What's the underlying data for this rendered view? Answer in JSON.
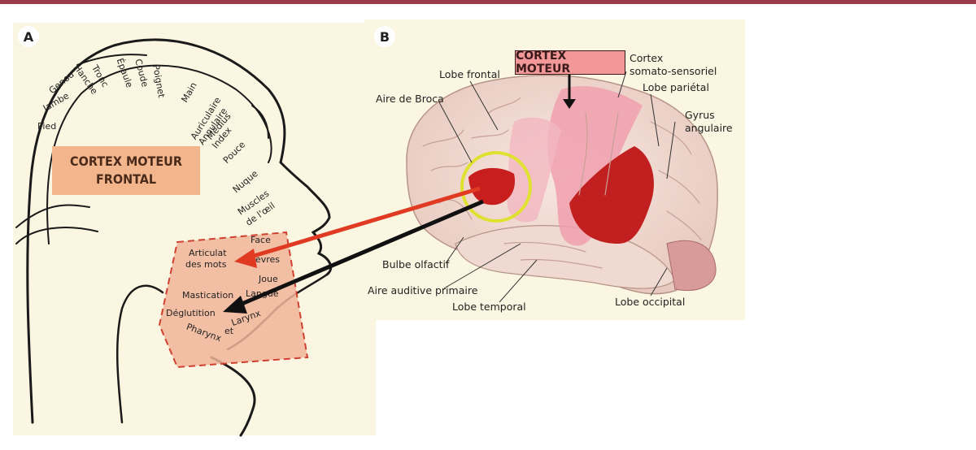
{
  "panel_a": {
    "badge": "A",
    "title_line1": "CORTEX MOTEUR",
    "title_line2": "FRONTAL",
    "homunculus": {
      "pied": "Pied",
      "genou": "Genou",
      "jambe": "Jambe",
      "hanche": "Hanche",
      "tronc": "Tronc",
      "epaule": "Épaule",
      "coude": "Coude",
      "poignet": "Poignet",
      "main": "Main",
      "auriculaire": "Auriculaire",
      "annulaire": "Annulaire",
      "medius": "Médius",
      "index": "Index",
      "pouce": "Pouce",
      "nuque": "Nuque",
      "muscles": "Muscles",
      "de_loeil": "de l'œil",
      "face": "Face",
      "articulat": "Articulat",
      "des_mots": "des mots",
      "levres": "Lèvres",
      "joue": "Joue",
      "langue": "Langue",
      "mastication": "Mastication",
      "deglutition": "Déglutition",
      "larynx": "Larynx",
      "et": "et",
      "pharynx": "Pharynx"
    }
  },
  "panel_b": {
    "badge": "B",
    "cortex_moteur": "CORTEX MOTEUR",
    "labels": {
      "lobe_frontal": "Lobe frontal",
      "cortex": "Cortex",
      "somato": "somato-sensoriel",
      "lobe_parietal": "Lobe pariétal",
      "aire_broca": "Aire de Broca",
      "gyrus": "Gyrus",
      "angulaire": "angulaire",
      "bulbe": "Bulbe olfactif",
      "aire_auditive": "Aire auditive primaire",
      "lobe_temporal": "Lobe temporal",
      "lobe_occipital": "Lobe occipital"
    }
  },
  "colors": {
    "top_bar": "#9b3b4a",
    "panel_bg": "#fbf6e1",
    "motor_box": "#f3b58c",
    "cortex_moteur_box": "#f29898",
    "red_arrow": "#e03a22",
    "black_arrow": "#111111",
    "broca_circle": "#e0e030",
    "broca_fill": "#c81e1e"
  }
}
